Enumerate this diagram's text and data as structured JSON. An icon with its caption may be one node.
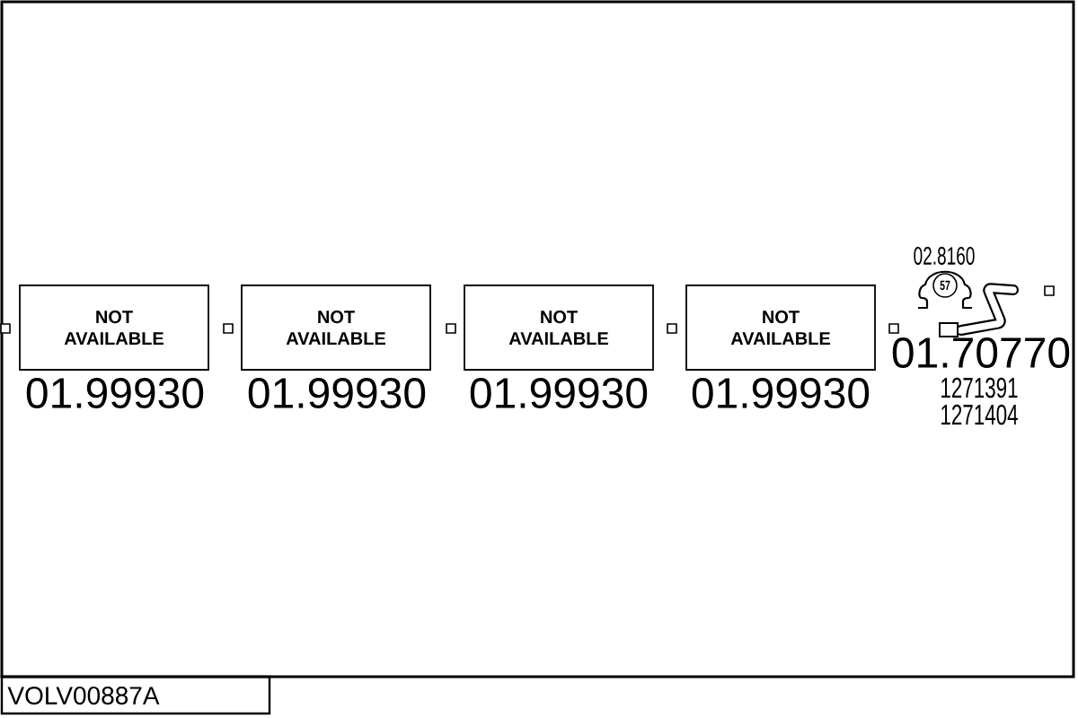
{
  "diagram": {
    "nodes": [
      {
        "text": [
          "NOT AVAILABLE"
        ],
        "beside": [
          "01.99930"
        ]
      },
      {
        "text": [
          "NOT AVAILABLE"
        ],
        "beside": [
          "01.99930"
        ]
      },
      {
        "text": [
          "NOT AVAILABLE"
        ],
        "beside": [
          "01.99930"
        ]
      },
      {
        "text": [
          "NOT AVAILABLE"
        ],
        "beside": [
          "01.99930"
        ]
      },
      {
        "text": [
          "57"
        ],
        "beside": [
          "02.8160"
        ]
      },
      {
        "text": [],
        "shape": "picture",
        "beside": [
          "01.70770"
        ]
      }
    ],
    "labels": [
      "1271391",
      "1271404",
      "VOLV00887A"
    ]
  }
}
